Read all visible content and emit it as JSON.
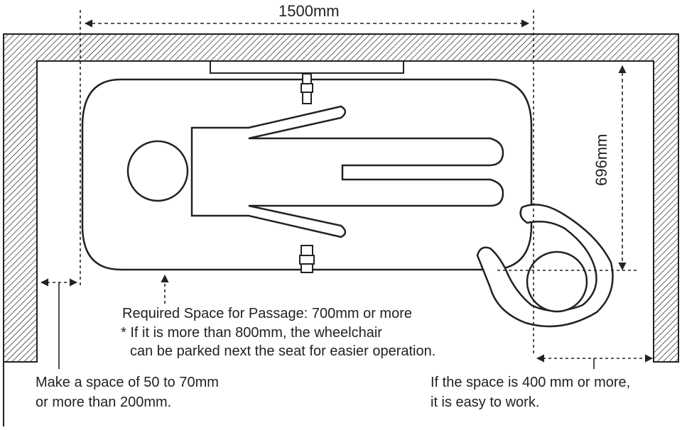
{
  "dimensions": {
    "width_label": "1500mm",
    "depth_label": "696mm"
  },
  "notes": {
    "passage": "Required Space for Passage: 700mm or more",
    "parking_line1": "* If it is more than 800mm, the wheelchair",
    "parking_line2": "can be parked next the seat for easier operation.",
    "left_gap_line1": "Make a space of 50 to 70mm",
    "left_gap_line2": "or more than 200mm.",
    "right_gap_line1": "If the space is 400 mm or more,",
    "right_gap_line2": "it is easy to work."
  },
  "colors": {
    "line": "#222222",
    "wall_hatch": "#222222",
    "background": "#ffffff"
  }
}
